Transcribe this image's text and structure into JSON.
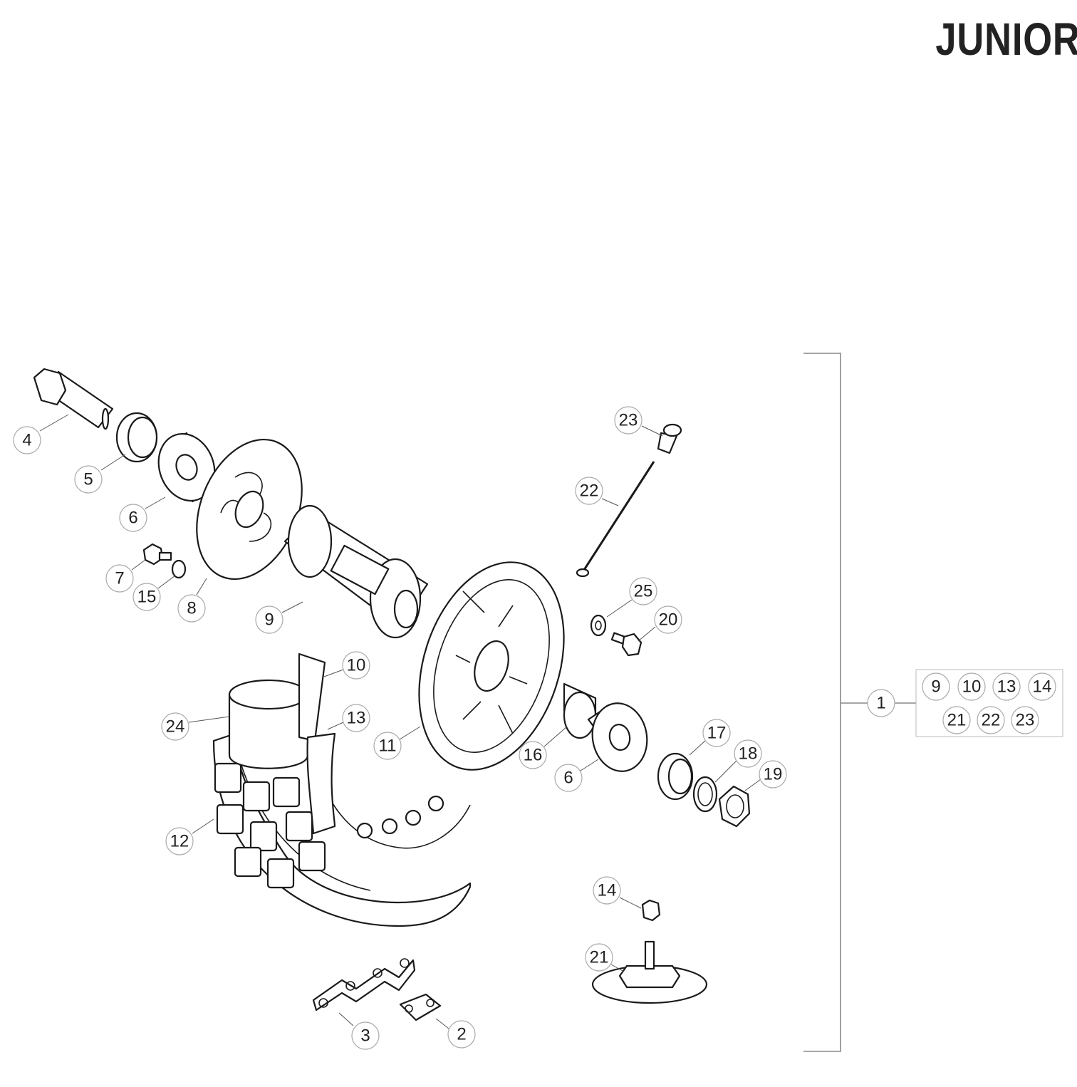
{
  "brand": "JUNIOR",
  "callouts": {
    "c1": "1",
    "c2": "2",
    "c3": "3",
    "c4": "4",
    "c5": "5",
    "c6a": "6",
    "c6b": "6",
    "c7": "7",
    "c8": "8",
    "c9": "9",
    "c10": "10",
    "c11": "11",
    "c12": "12",
    "c13": "13",
    "c14": "14",
    "c15": "15",
    "c16": "16",
    "c17": "17",
    "c18": "18",
    "c19": "19",
    "c20": "20",
    "c21": "21",
    "c22": "22",
    "c23": "23",
    "c24": "24",
    "c25": "25"
  },
  "kit": [
    "9",
    "10",
    "13",
    "14",
    "21",
    "22",
    "23"
  ]
}
